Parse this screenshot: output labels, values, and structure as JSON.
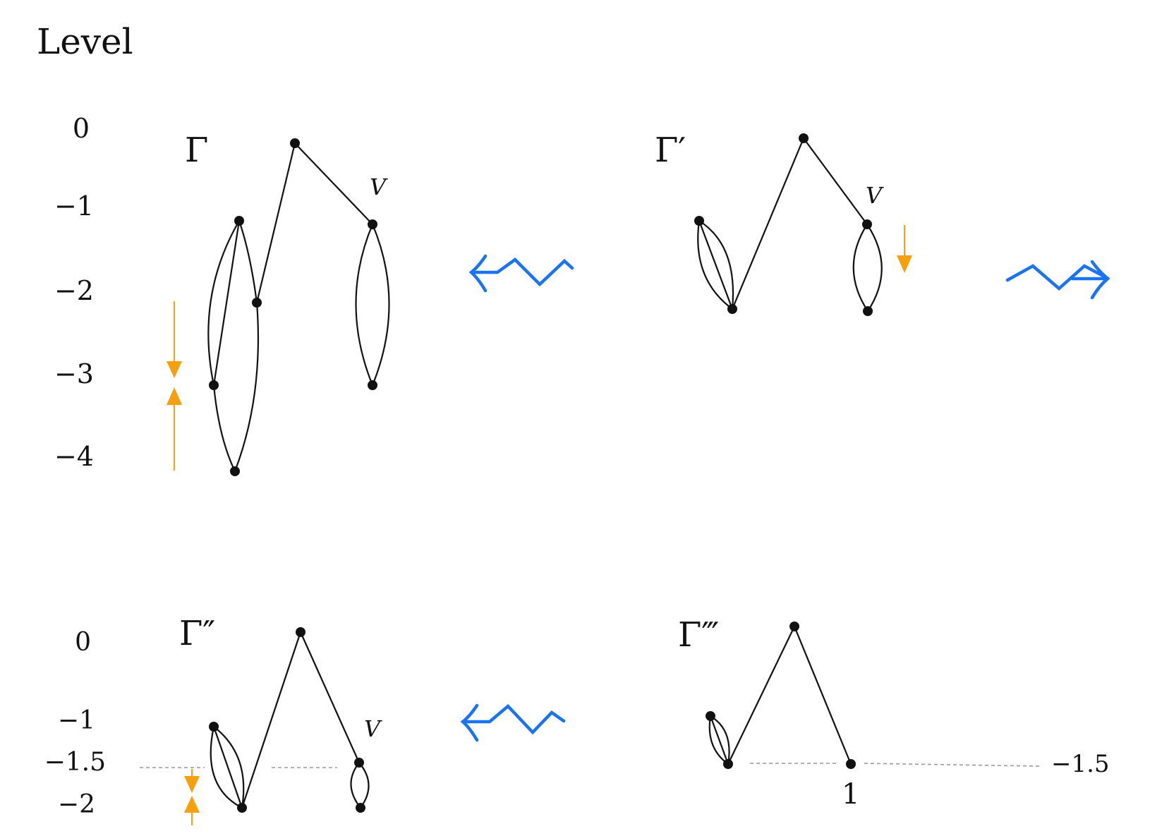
{
  "heading": "Level",
  "top_levels": [
    "0",
    "−1",
    "−2",
    "−3",
    "−4"
  ],
  "bottom_levels": [
    "0",
    "−1",
    "−1.5",
    "−2"
  ],
  "right_level": "−1.5",
  "graphs": {
    "gamma": "Γ",
    "gamma_prime": "Γ′",
    "gamma_double": "Γ″",
    "gamma_triple": "Γ‴"
  },
  "vertex_label": "V",
  "weight_label": "1",
  "colors": {
    "arrow": "#1a73f0",
    "highlight": "#f5a00c",
    "dashed": "#999999"
  }
}
